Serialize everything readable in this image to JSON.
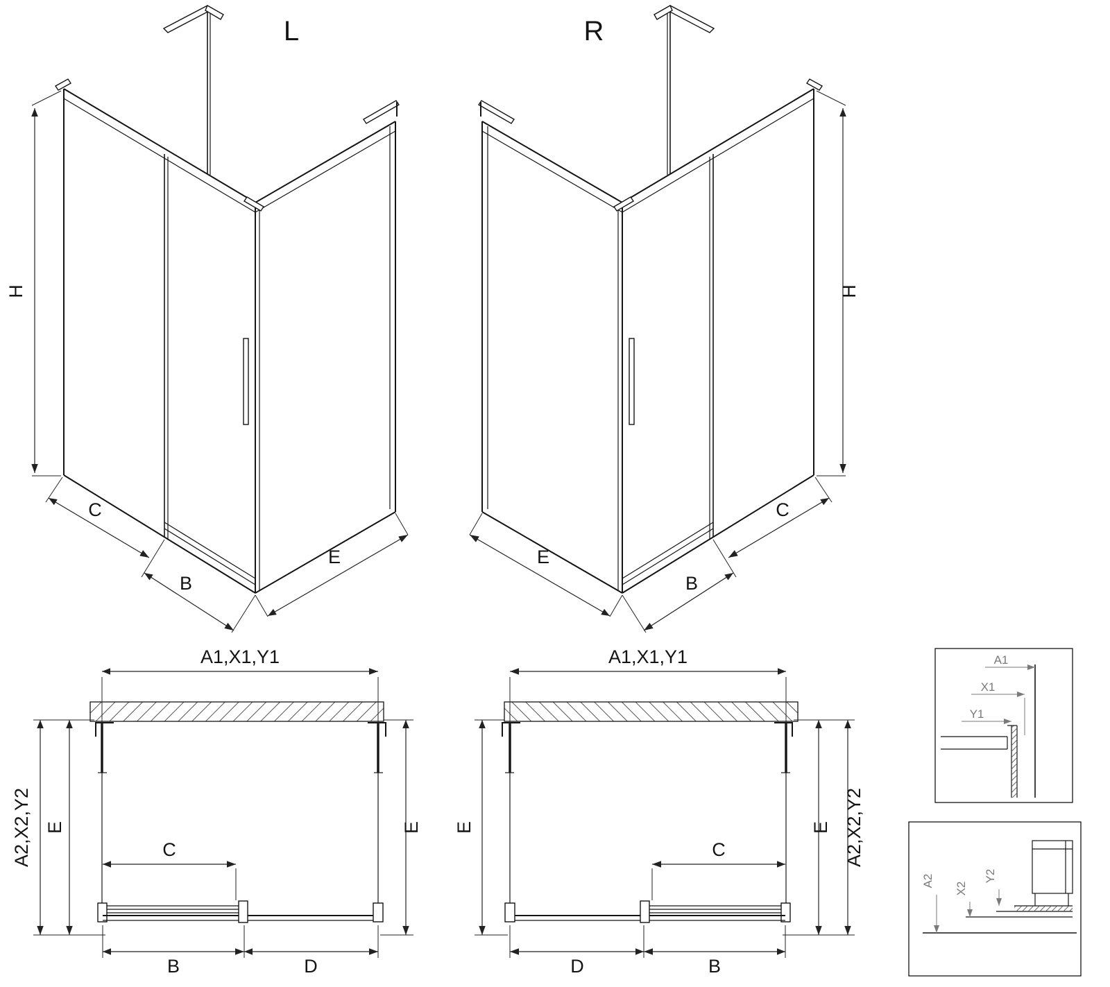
{
  "colors": {
    "line": "#141414",
    "dimension": "#222222",
    "detail_callout": "#7a7a7a",
    "background": "#ffffff"
  },
  "iso_left": {
    "title": "L",
    "dim_height": "H",
    "dim_fixed": "C",
    "dim_door": "B",
    "dim_side": "E"
  },
  "iso_right": {
    "title": "R",
    "dim_height": "H",
    "dim_fixed": "C",
    "dim_door": "B",
    "dim_side": "E"
  },
  "plan_left": {
    "dim_width_top": "A1,X1,Y1",
    "dim_depth_left": "A2,X2,Y2",
    "dim_side_left": "E",
    "dim_side_right": "E",
    "dim_opening": "C",
    "dim_door": "B",
    "dim_fixed_front": "D"
  },
  "plan_right": {
    "dim_width_top": "A1,X1,Y1",
    "dim_depth_right": "A2,X2,Y2",
    "dim_side_left": "E",
    "dim_side_right": "E",
    "dim_opening": "C",
    "dim_fixed_front": "D",
    "dim_door": "B"
  },
  "detail_top": {
    "dim_a1": "A1",
    "dim_x1": "X1",
    "dim_y1": "Y1"
  },
  "detail_bottom": {
    "dim_a2": "A2",
    "dim_x2": "X2",
    "dim_y2": "Y2"
  }
}
